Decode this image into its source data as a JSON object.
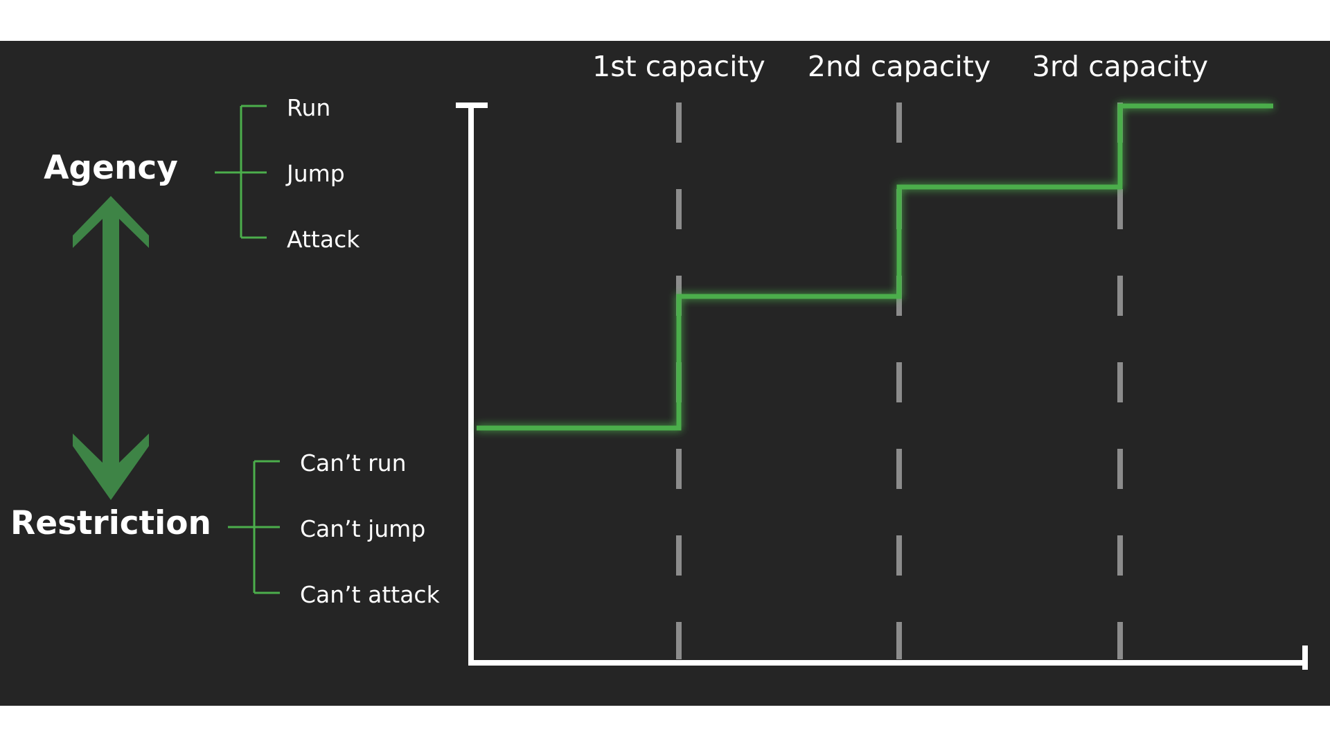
{
  "colors": {
    "background": "#252525",
    "page": "#ffffff",
    "accent_green": "#4cae4c",
    "arrow_green": "#3e8446",
    "axis": "#ffffff",
    "dash": "#8c8c8c",
    "text": "#ffffff"
  },
  "left_panel": {
    "agency_label": "Agency",
    "restriction_label": "Restriction",
    "agency_items": [
      "Run",
      "Jump",
      "Attack"
    ],
    "restriction_items": [
      "Can’t run",
      "Can’t jump",
      "Can’t attack"
    ],
    "arrow_icon": "double-headed-vertical-arrow-icon"
  },
  "chart": {
    "capacity_labels": [
      "1st capacity",
      "2nd capacity",
      "3rd capacity"
    ],
    "steps": [
      1,
      2,
      3,
      4
    ]
  }
}
